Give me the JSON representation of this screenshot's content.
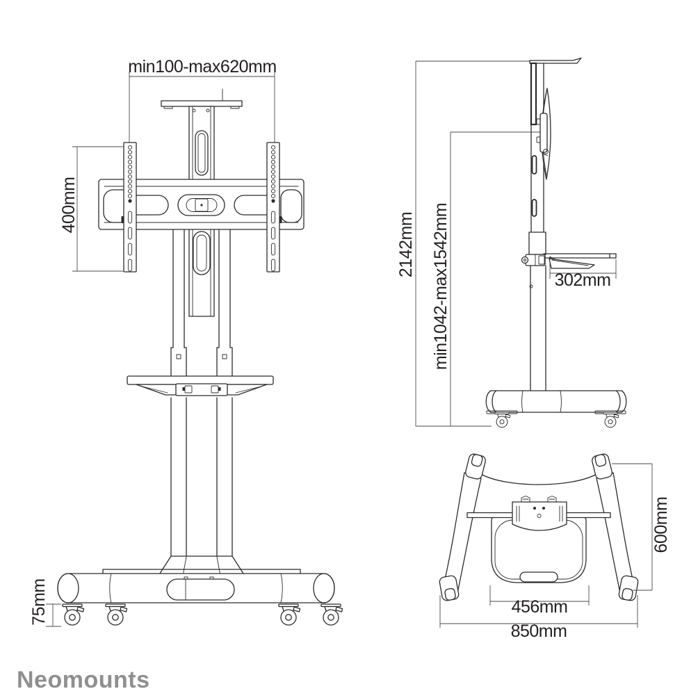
{
  "colors": {
    "bg": "#ffffff",
    "line": "#2b2b2b",
    "dim": "#4a4a4a",
    "text": "#231f20",
    "logo": "#8f8f8f"
  },
  "brand": {
    "name": "Neomounts"
  },
  "views": {
    "front": {
      "dims": {
        "bracket_width": "min100-max620mm",
        "bracket_height": "400mm",
        "caster_height": "75mm"
      }
    },
    "side": {
      "dims": {
        "total_height": "2142mm",
        "screen_height_range": "min1042-max1542mm",
        "shelf_depth": "302mm"
      }
    },
    "top": {
      "dims": {
        "base_depth": "600mm",
        "shelf_width": "456mm",
        "base_width": "850mm"
      }
    }
  }
}
